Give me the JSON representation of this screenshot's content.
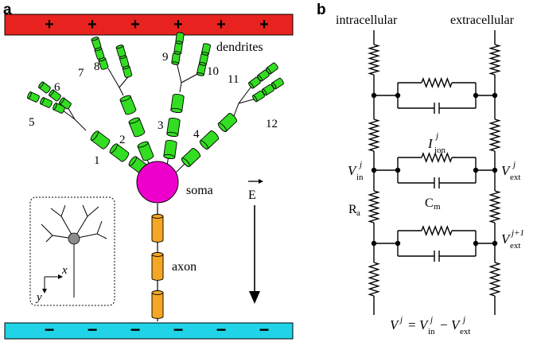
{
  "panel_a": {
    "label": "a",
    "top_plate_signs": [
      "+",
      "+",
      "+",
      "+",
      "+",
      "+"
    ],
    "bottom_plate_signs": [
      "−",
      "−",
      "−",
      "−",
      "−",
      "−"
    ],
    "dendrites_label": "dendrites",
    "soma_label": "soma",
    "axon_label": "axon",
    "field_label": "E",
    "branch_numbers": [
      "1",
      "2",
      "3",
      "4",
      "5",
      "6",
      "7",
      "8",
      "9",
      "10",
      "11",
      "12"
    ],
    "inset_x": "x",
    "inset_y": "y",
    "colors": {
      "top_plate": "#e8231f",
      "bottom_plate": "#21d3e6",
      "dendrite": "#33dd22",
      "soma": "#ee00cc",
      "axon": "#f5a623",
      "inset_soma": "#8c8c8c"
    }
  },
  "panel_b": {
    "label": "b",
    "intracellular": "intracellular",
    "extracellular": "extracellular",
    "i_ion_main": "I",
    "i_ion_sub": "ion",
    "i_ion_sup": "j",
    "vin_main": "V",
    "vin_sub": "in",
    "vin_sup": "j",
    "vext_main": "V",
    "vext_sub": "ext",
    "vext_sup": "j",
    "vext2_sup": "j+1",
    "ra_main": "R",
    "ra_sub": "a",
    "cm_main": "C",
    "cm_sub": "m",
    "eq_v": "V",
    "eq_eq": "=",
    "eq_minus": "−"
  }
}
